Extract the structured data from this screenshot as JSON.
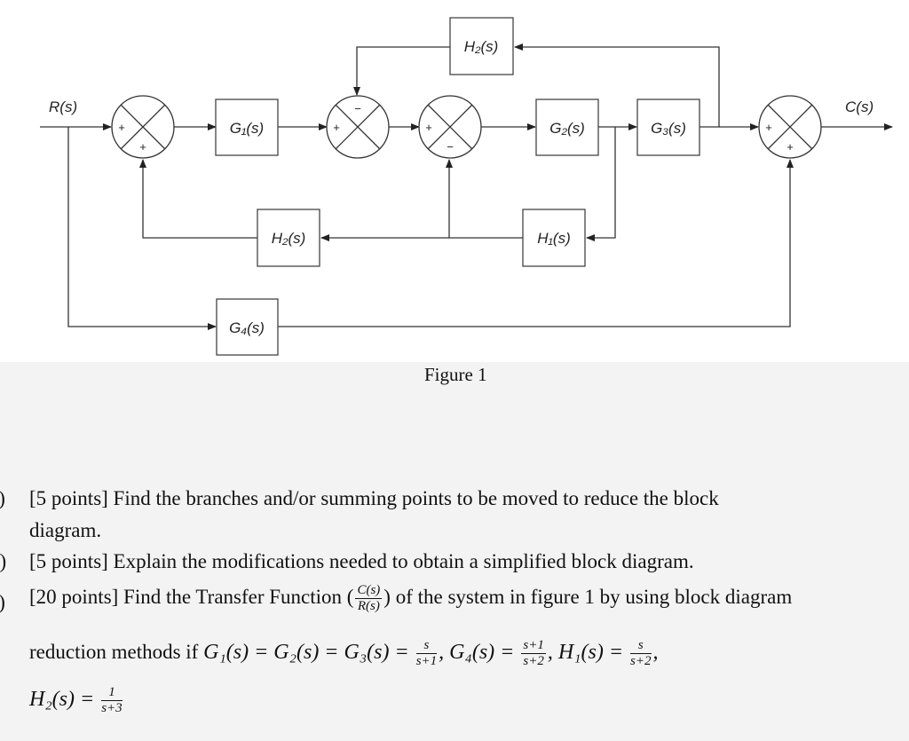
{
  "diagram": {
    "input": "R(s)",
    "output": "C(s)",
    "blocks": {
      "g1": "G₁(s)",
      "g2": "G₂(s)",
      "g3": "G₃(s)",
      "g4": "G₄(s)",
      "h2_top": "H₂(s)",
      "h2_bottom": "H₂(s)",
      "h1": "H₁(s)"
    },
    "signs": {
      "plus": "+",
      "minus": "−"
    },
    "caption": "Figure 1"
  },
  "questions": [
    {
      "label": "a)",
      "lines": [
        "[5 points] Find the branches and/or summing points to be moved to reduce the block",
        "diagram."
      ]
    },
    {
      "label": "b)",
      "lines": [
        "[5 points] Explain the modifications needed to obtain a simplified block diagram."
      ]
    },
    {
      "label": "c)",
      "intro": "[20 points] Find the Transfer Function (",
      "tf_num": "C(s)",
      "tf_den": "R(s)",
      "after": ") of the system in figure 1 by using block diagram",
      "line2_prefix": "reduction methods if ",
      "eq1": "G₁(s) = G₂(s) = G₃(s) = ",
      "eq1_num": "s",
      "eq1_den": "s+1",
      "eq2": ", G₄(s) = ",
      "eq2_num": "s+1",
      "eq2_den": "s+2",
      "eq3": ", H₁(s) = ",
      "eq3_num": "s",
      "eq3_den": "s+2",
      "eq3_end": ",",
      "eq4": "H₂(s) = ",
      "eq4_num": "1",
      "eq4_den": "s+3"
    }
  ]
}
